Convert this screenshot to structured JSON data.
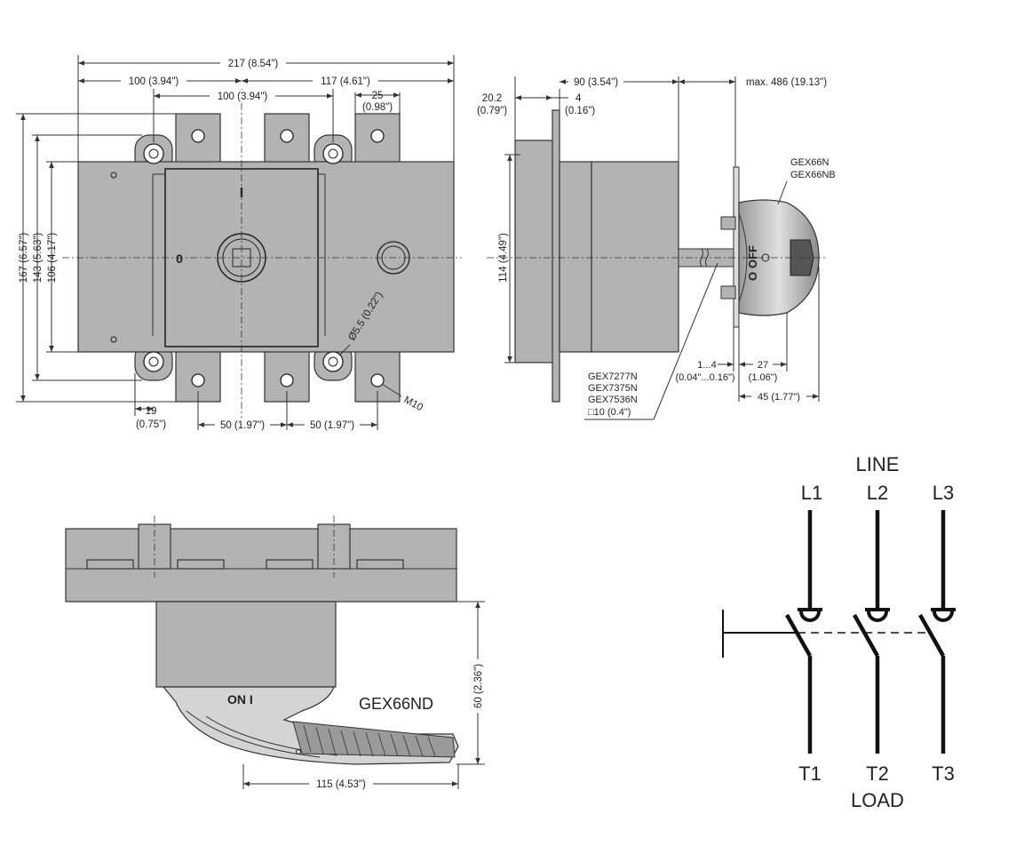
{
  "front_view": {
    "dims": {
      "overall_width": "217 (8.54\")",
      "left_half": "100 (3.94\")",
      "right_half": "117 (4.61\")",
      "inner_width": "100 (3.94\")",
      "terminal_width_mm": "25",
      "terminal_width_in": "(0.98\")",
      "overall_height": "167 (6.57\")",
      "hole_spacing": "143 (5.63\")",
      "body_height": "106 (4.17\")",
      "hole_offset_mm": "19",
      "hole_offset_in": "(0.75\")",
      "pitch_1": "50 (1.97\")",
      "pitch_2": "50 (1.97\")",
      "hole_diameter": "Ø5.5 (0.22\")",
      "bolt": "M10"
    },
    "marks": {
      "on": "I",
      "off": "0"
    }
  },
  "side_view": {
    "dims": {
      "depth": "90 (3.54\")",
      "max_shaft": "max. 486 (19.13\")",
      "flange_mm": "20.2",
      "flange_in": "(0.79\")",
      "plate_mm": "4",
      "plate_in": "(0.16\")",
      "height": "114 (4.49\")",
      "door_mm": "1...4",
      "door_in": "(0.04\"...0.16\")",
      "handle_mm": "27",
      "handle_in": "(1.06\")",
      "handle_total": "45 (1.77\")"
    },
    "handle_models": [
      "GEX66N",
      "GEX66NB"
    ],
    "shaft_models": [
      "GEX7277N",
      "GEX7375N",
      "GEX7536N",
      "□10 (0.4\")"
    ],
    "handle_marks": {
      "o": "O",
      "off": "OFF"
    }
  },
  "bottom_view": {
    "model": "GEX66ND",
    "handle_label": "ON I",
    "dims": {
      "height": "60 (2.36\")",
      "length": "115 (4.53\")"
    }
  },
  "schematic": {
    "line_label": "LINE",
    "load_label": "LOAD",
    "line_terminals": [
      "L1",
      "L2",
      "L3"
    ],
    "load_terminals": [
      "T1",
      "T2",
      "T3"
    ]
  }
}
